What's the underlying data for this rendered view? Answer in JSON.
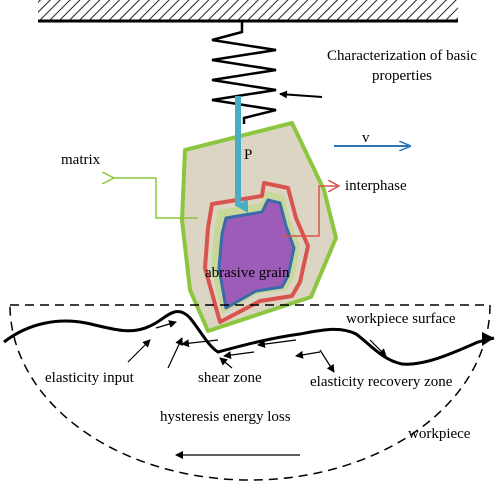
{
  "labels": {
    "title_line1": "Characterization of basic",
    "title_line2": "properties",
    "force": "P",
    "velocity": "v",
    "matrix": "matrix",
    "interphase": "interphase",
    "abrasive_grain": "abrasive grain",
    "workpiece_surface": "workpiece surface",
    "elasticity_input": "elasticity input",
    "shear_zone": "shear zone",
    "elasticity_recovery_zone": "elasticity recovery zone",
    "hysteresis_energy_loss": "hysteresis energy loss",
    "workpiece": "workpiece"
  },
  "colors": {
    "matrix_fill": "#ddd5c3",
    "matrix_edge": "#8cc63f",
    "interphase_edge": "#d9534f",
    "grain_fill": "#9d5cb8",
    "grain_edge": "#3b6aa8",
    "force_arrow": "#4bacc6",
    "velocity_arrow": "#2e75b6",
    "matrix_pointer": "#8cc63f",
    "interphase_pointer": "#d9534f"
  }
}
